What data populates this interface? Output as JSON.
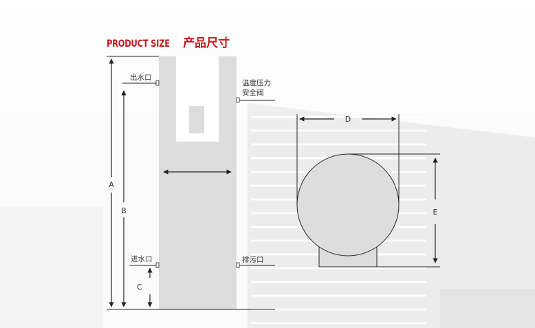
{
  "header": {
    "title_en": "PRODUCT SIZE",
    "title_cn": "产品尺寸"
  },
  "labels": {
    "outlet": "出水口",
    "valve_line1": "温度压力",
    "valve_line2": "安全阀",
    "inlet": "进水口",
    "drain": "排污口"
  },
  "dimensions": {
    "A": "A",
    "B": "B",
    "C": "C",
    "D": "D",
    "E": "E"
  },
  "colors": {
    "accent": "#c8161d",
    "tank": "#dddddd",
    "line": "#222222"
  }
}
